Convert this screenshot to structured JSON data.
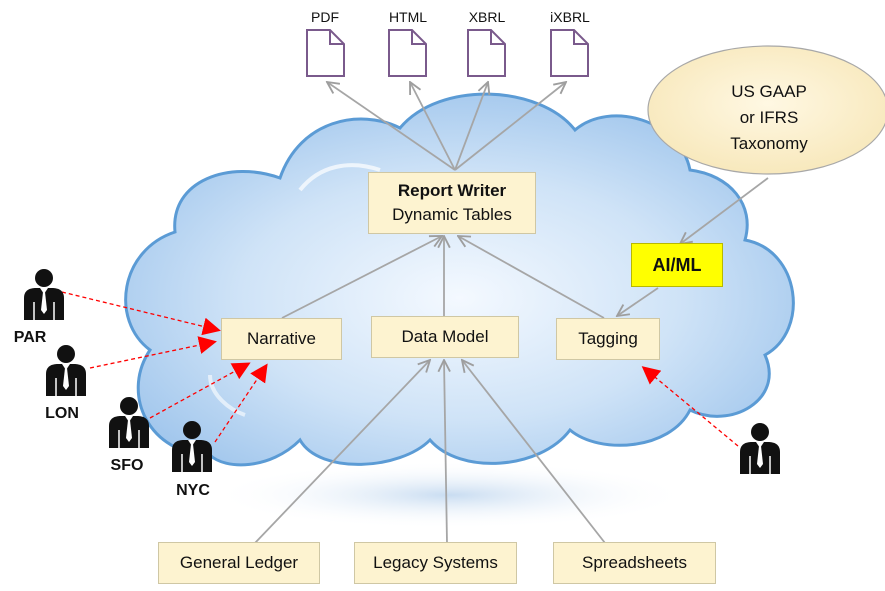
{
  "formats": [
    {
      "label": "PDF"
    },
    {
      "label": "HTML"
    },
    {
      "label": "XBRL"
    },
    {
      "label": "iXBRL"
    }
  ],
  "taxonomy": {
    "lines": [
      "US GAAP",
      "or IFRS",
      "Taxonomy"
    ]
  },
  "report_writer": {
    "title": "Report Writer",
    "subtitle": "Dynamic Tables"
  },
  "aiml": {
    "label": "AI/ML"
  },
  "modules": {
    "narrative": "Narrative",
    "data_model": "Data Model",
    "tagging": "Tagging"
  },
  "sources": [
    {
      "label": "General Ledger"
    },
    {
      "label": "Legacy Systems"
    },
    {
      "label": "Spreadsheets"
    }
  ],
  "locations": [
    {
      "label": "PAR"
    },
    {
      "label": "LON"
    },
    {
      "label": "SFO"
    },
    {
      "label": "NYC"
    }
  ],
  "colors": {
    "cloud_fill": "#bcd9f5",
    "cloud_stroke": "#5b9bd5",
    "box_fill": "#fdf3d0",
    "aiml_fill": "#ffff00",
    "taxonomy_fill": "#fdf3d0",
    "doc_stroke": "#7a5a8c",
    "arrow_gray": "#a6a6a6",
    "arrow_red": "#ff0000"
  }
}
